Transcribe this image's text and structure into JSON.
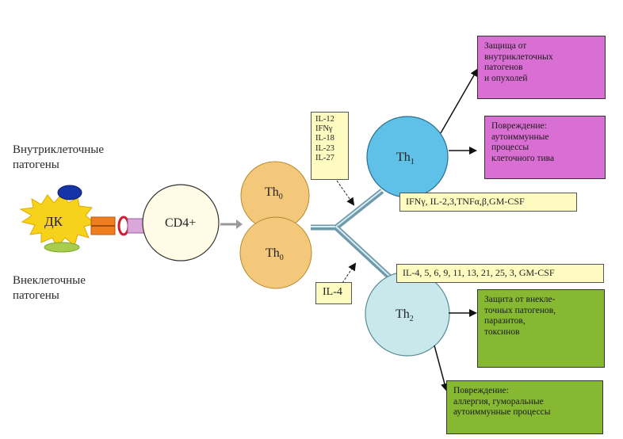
{
  "left_labels": {
    "intracellular": [
      "Внутриклеточные",
      "патогены"
    ],
    "extracellular": [
      "Внеклеточные",
      "патогены"
    ]
  },
  "cells": {
    "dc": "ДК",
    "cd4": "CD4+",
    "th0_top": {
      "base": "Th",
      "sub": "0"
    },
    "th0_bottom": {
      "base": "Th",
      "sub": "0"
    },
    "th1": {
      "base": "Th",
      "sub": "1"
    },
    "th2": {
      "base": "Th",
      "sub": "2"
    }
  },
  "cytokines": {
    "th1_inducers": [
      "IL-12",
      "IFNγ",
      "IL-18",
      "IL-23",
      "IL-27"
    ],
    "th1_products": "IFNγ, IL-2,3,TNFα,β,GM-CSF",
    "th2_inducer": "IL-4",
    "th2_products": "IL-4, 5, 6, 9, 11, 13, 21, 25, 3, GM-CSF"
  },
  "outcomes": {
    "th1_protection": [
      "Защища от",
      "внутриклеточных",
      "патогенов",
      "и опухолей"
    ],
    "th1_damage": [
      "Повреждение:",
      "аутоиммунные",
      "процессы",
      "клеточного тива"
    ],
    "th2_protection": [
      "Защита от внекле-",
      "точных патогенов,",
      "паразитов,",
      "токсинов"
    ],
    "th2_damage": [
      "Повреждение:",
      "аллергия, гуморальные",
      "аутоиммунные процессы"
    ]
  },
  "colors": {
    "th0": "#f4c87a",
    "th1": "#5fc0e8",
    "th2": "#c8e8ec",
    "dc": "#f7d21a",
    "magenta": "#d96fd2",
    "green": "#86b832",
    "yellow_box": "#fdfbbf"
  }
}
